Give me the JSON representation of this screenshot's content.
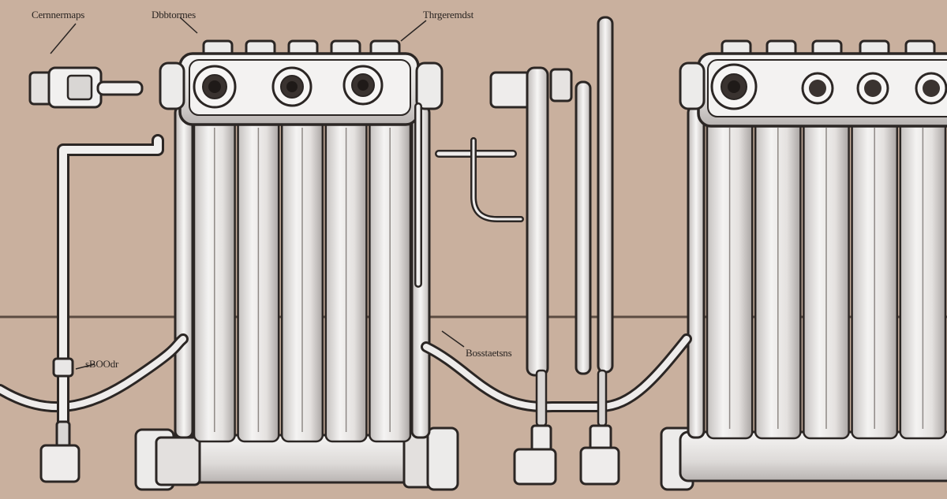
{
  "colors": {
    "background": "#c9b09e",
    "outline": "#2b2624",
    "metal_light": "#f1f0ef",
    "metal_mid": "#d9d6d4",
    "metal_shade": "#b3aead",
    "floor_line": "#5c4c42"
  },
  "labels": {
    "top_left": "Cernnermaps",
    "top_center_left": "Dbbtormes",
    "top_center_right": "Thrgeremdst",
    "middle_left": "sBOOdr",
    "middle_right": "Bosstaetsns"
  },
  "icons": [
    "radiator-left",
    "radiator-right",
    "bleed-valve-icon",
    "thermostatic-valve-icon",
    "pipe-wrench-icon",
    "hook-tool-icon"
  ]
}
